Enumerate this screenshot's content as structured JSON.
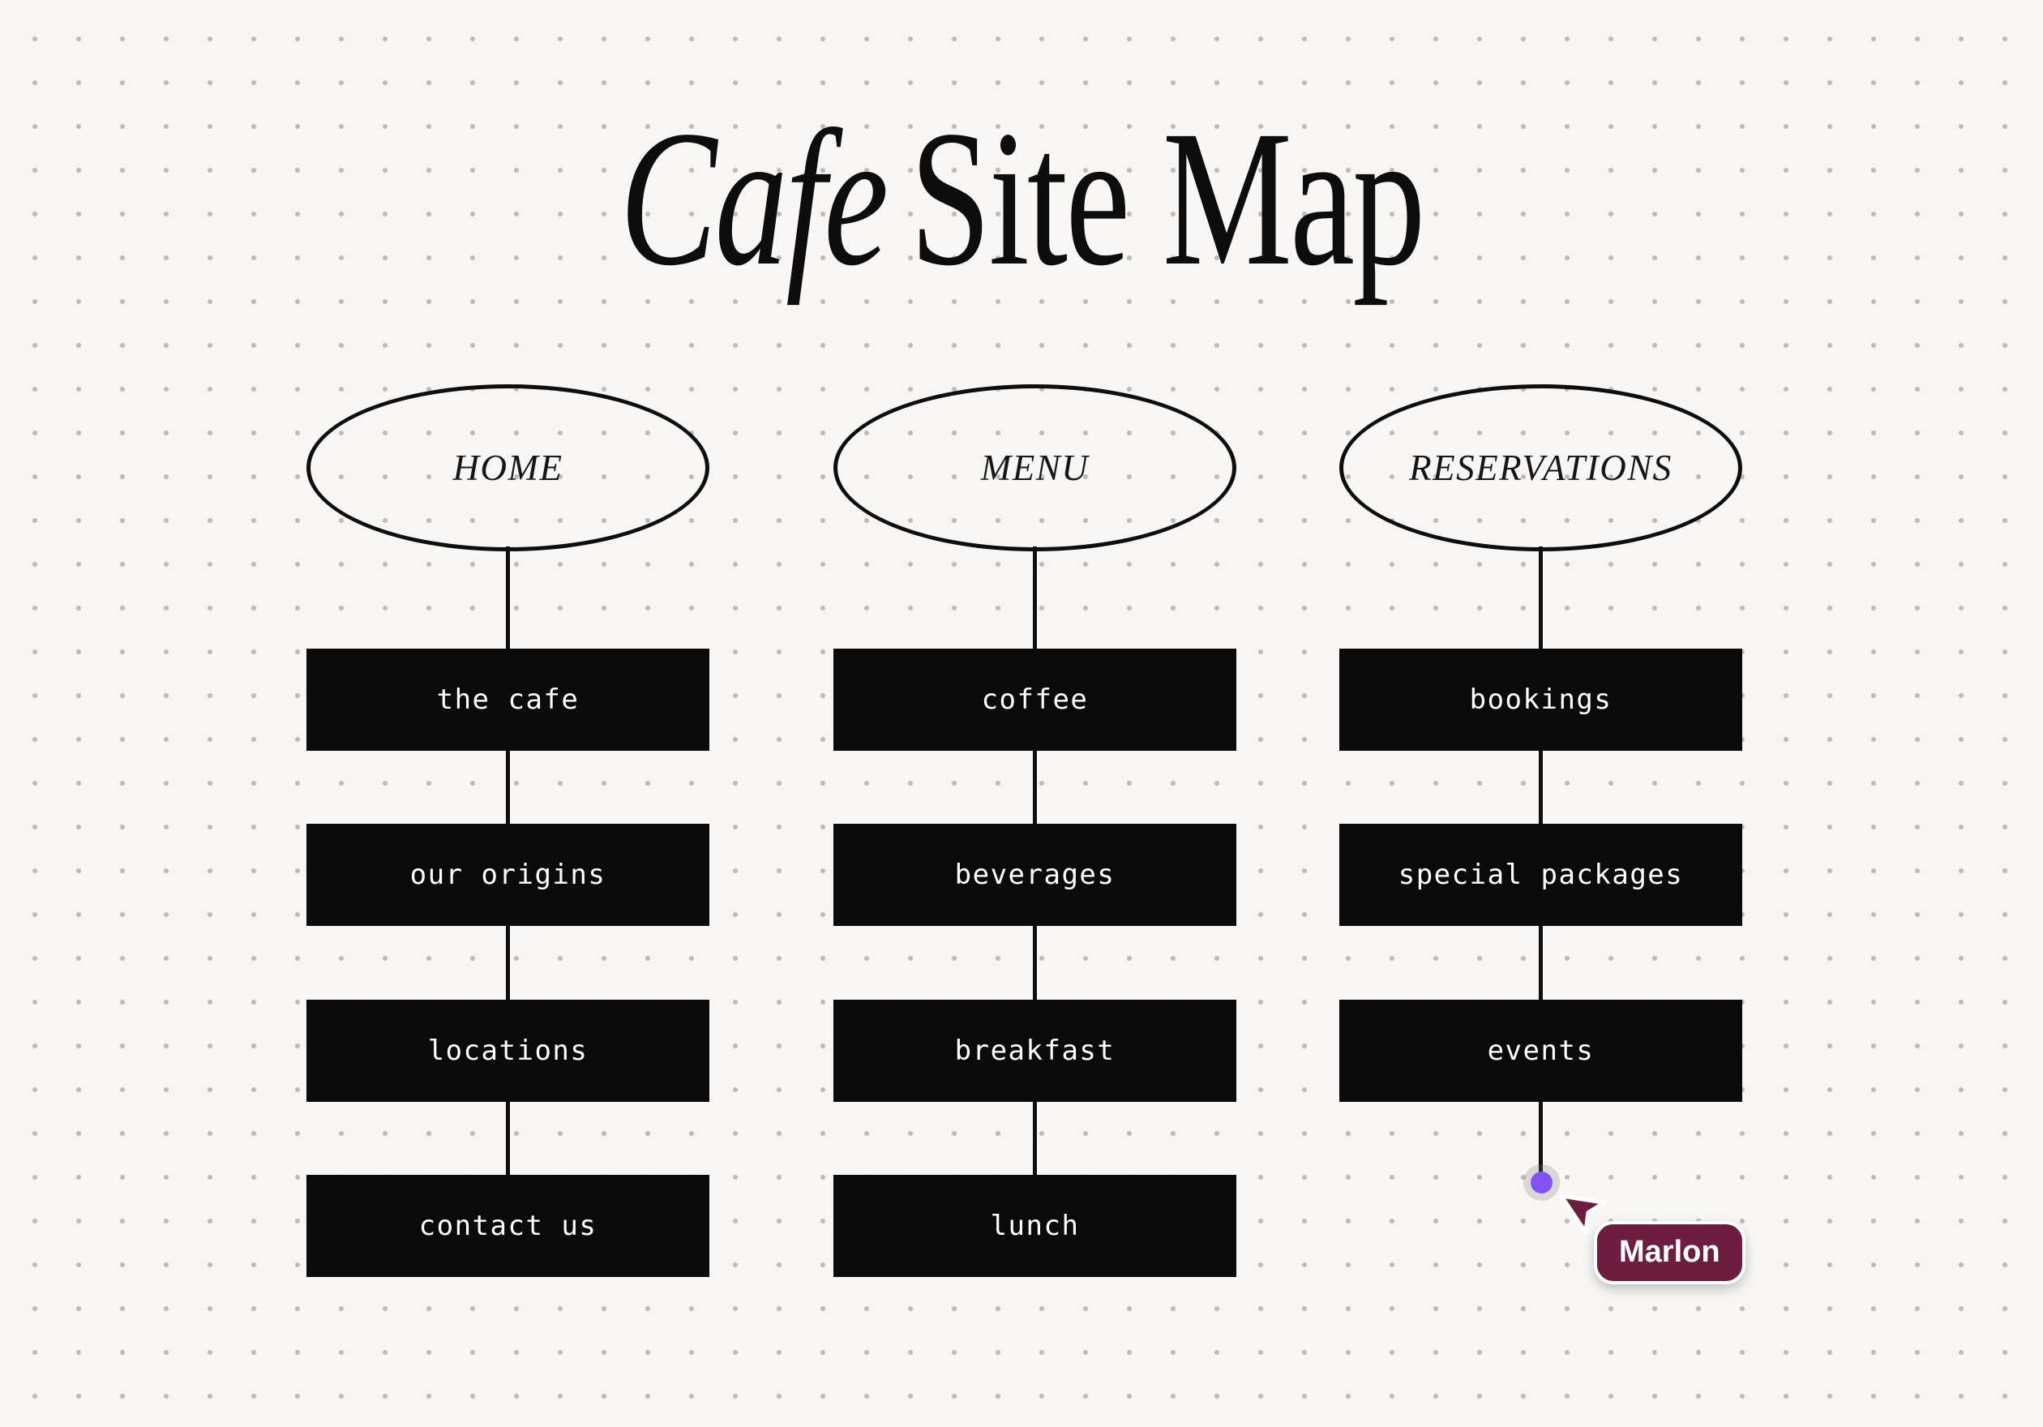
{
  "board": {
    "type": "whiteboard-sitemap",
    "title": {
      "italic_part": "Cafe",
      "regular_part": "Site Map"
    }
  },
  "columns": [
    {
      "id": "home",
      "header": "HOME",
      "items": [
        "the cafe",
        "our origins",
        "locations",
        "contact us"
      ]
    },
    {
      "id": "menu",
      "header": "MENU",
      "items": [
        "coffee",
        "beverages",
        "breakfast",
        "lunch"
      ]
    },
    {
      "id": "reservations",
      "header": "RESERVATIONS",
      "items": [
        "bookings",
        "special packages",
        "events"
      ],
      "dangling_connector": true
    }
  ],
  "collaborator": {
    "name": "Marlon",
    "cursor_color": "#6d1d3e",
    "handle_color": "#8352f3"
  },
  "colors": {
    "background": "#f7f6f4",
    "grid_dot": "#bdbab7",
    "node_fill": "#0b0b0b",
    "node_text": "#ffffff",
    "stroke": "#0e0e0e"
  }
}
